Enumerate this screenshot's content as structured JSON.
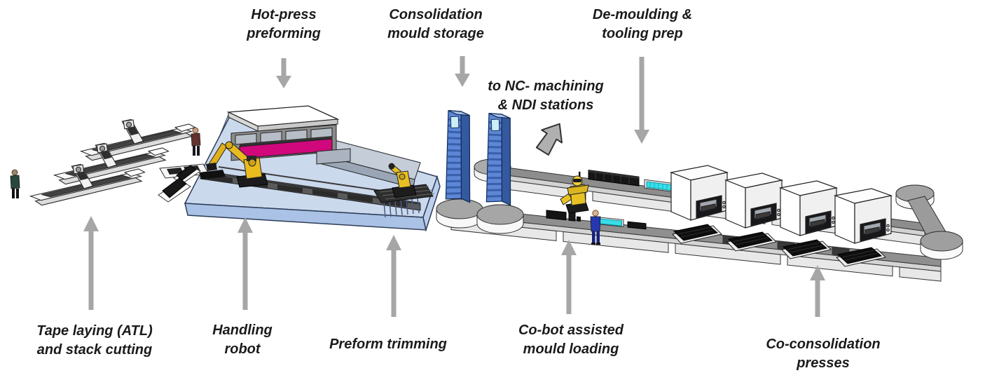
{
  "diagram": {
    "stations": {
      "tape_laying": {
        "label": "Tape laying (ATL)\nand stack cutting"
      },
      "handling_robot": {
        "label": "Handling\nrobot"
      },
      "hot_press": {
        "label": "Hot-press\npreforming"
      },
      "preform_trimming": {
        "label": "Preform trimming"
      },
      "consolidation_storage": {
        "label": "Consolidation\nmould storage"
      },
      "nc_machining": {
        "label": "to NC- machining\n& NDI stations"
      },
      "demoulding": {
        "label": "De-moulding &\ntooling prep"
      },
      "cobot_loading": {
        "label": "Co-bot assisted\nmould loading"
      },
      "presses": {
        "label": "Co-consolidation presses"
      }
    },
    "colors": {
      "arrow_gray": "#a6a6a6",
      "platform_blue_top": "#cbd9ed",
      "platform_blue_front": "#a9c2e5",
      "storage_tower_blue": "#5d87d6",
      "hot_press_magenta": "#d0087c",
      "robot_yellow": "#e8bb1e",
      "conveyor_gray": "#8f8f8f",
      "tray_cyan": "#38dfe8",
      "worker_blue": "#2638b0"
    }
  }
}
